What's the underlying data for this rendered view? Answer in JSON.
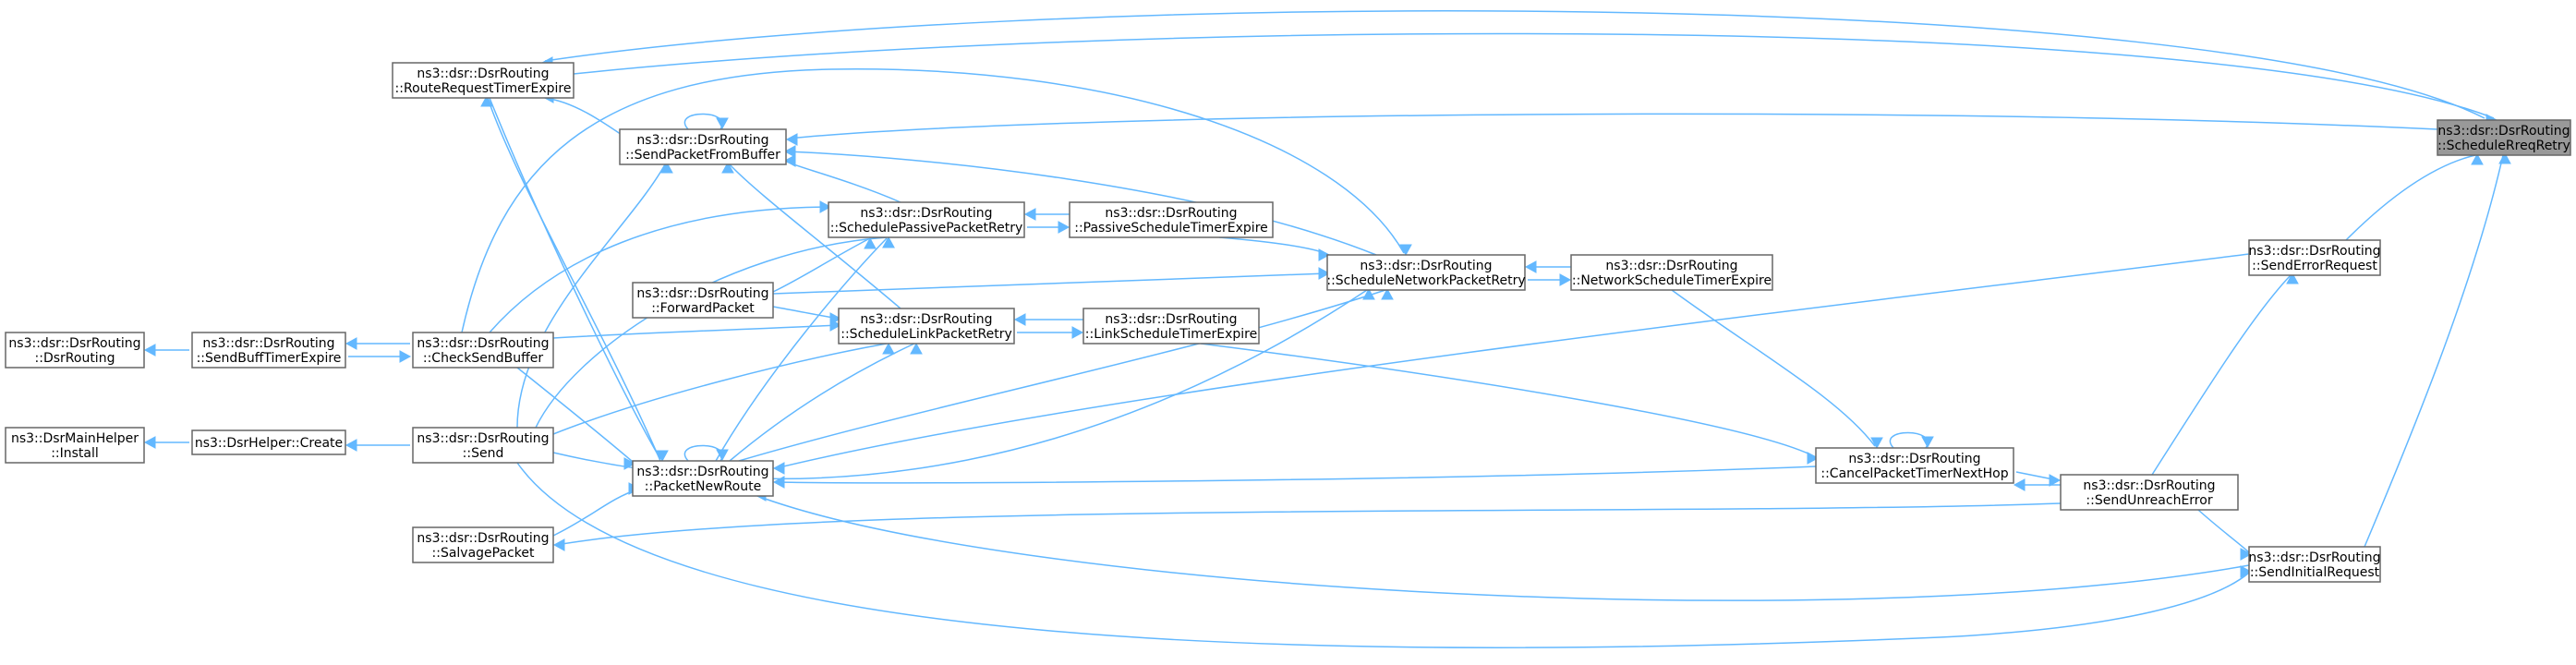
{
  "nodes": {
    "dsrrouting_ctor": [
      "ns3::dsr::DsrRouting",
      "::DsrRouting"
    ],
    "sendbufftimer": [
      "ns3::dsr::DsrRouting",
      "::SendBuffTimerExpire"
    ],
    "checksendbuffer": [
      "ns3::dsr::DsrRouting",
      "::CheckSendBuffer"
    ],
    "mainhelper_install": [
      "ns3::DsrMainHelper",
      "::Install"
    ],
    "dsrhelper_create": [
      "ns3::DsrHelper::Create"
    ],
    "send": [
      "ns3::dsr::DsrRouting",
      "::Send"
    ],
    "salvagepacket": [
      "ns3::dsr::DsrRouting",
      "::SalvagePacket"
    ],
    "routerequesttimer": [
      "ns3::dsr::DsrRouting",
      "::RouteRequestTimerExpire"
    ],
    "sendpacketfrombuffer": [
      "ns3::dsr::DsrRouting",
      "::SendPacketFromBuffer"
    ],
    "forwardpacket": [
      "ns3::dsr::DsrRouting",
      "::ForwardPacket"
    ],
    "packetnewroute": [
      "ns3::dsr::DsrRouting",
      "::PacketNewRoute"
    ],
    "schedulepassive": [
      "ns3::dsr::DsrRouting",
      "::SchedulePassivePacketRetry"
    ],
    "schedulelink": [
      "ns3::dsr::DsrRouting",
      "::ScheduleLinkPacketRetry"
    ],
    "passivetimer": [
      "ns3::dsr::DsrRouting",
      "::PassiveScheduleTimerExpire"
    ],
    "linktimer": [
      "ns3::dsr::DsrRouting",
      "::LinkScheduleTimerExpire"
    ],
    "schedulenetwork": [
      "ns3::dsr::DsrRouting",
      "::ScheduleNetworkPacketRetry"
    ],
    "networktimer": [
      "ns3::dsr::DsrRouting",
      "::NetworkScheduleTimerExpire"
    ],
    "cancelpackettimer": [
      "ns3::dsr::DsrRouting",
      "::CancelPacketTimerNextHop"
    ],
    "sendunreacherror": [
      "ns3::dsr::DsrRouting",
      "::SendUnreachError"
    ],
    "senderrorrequest": [
      "ns3::dsr::DsrRouting",
      "::SendErrorRequest"
    ],
    "sendinitialrequest": [
      "ns3::dsr::DsrRouting",
      "::SendInitialRequest"
    ],
    "schedulerreqretry": [
      "ns3::dsr::DsrRouting",
      "::ScheduleRreqRetry"
    ]
  },
  "colors": {
    "edge": "#63b8ff",
    "node_border": "#666666",
    "root_fill": "#999999",
    "node_fill": "#ffffff"
  }
}
